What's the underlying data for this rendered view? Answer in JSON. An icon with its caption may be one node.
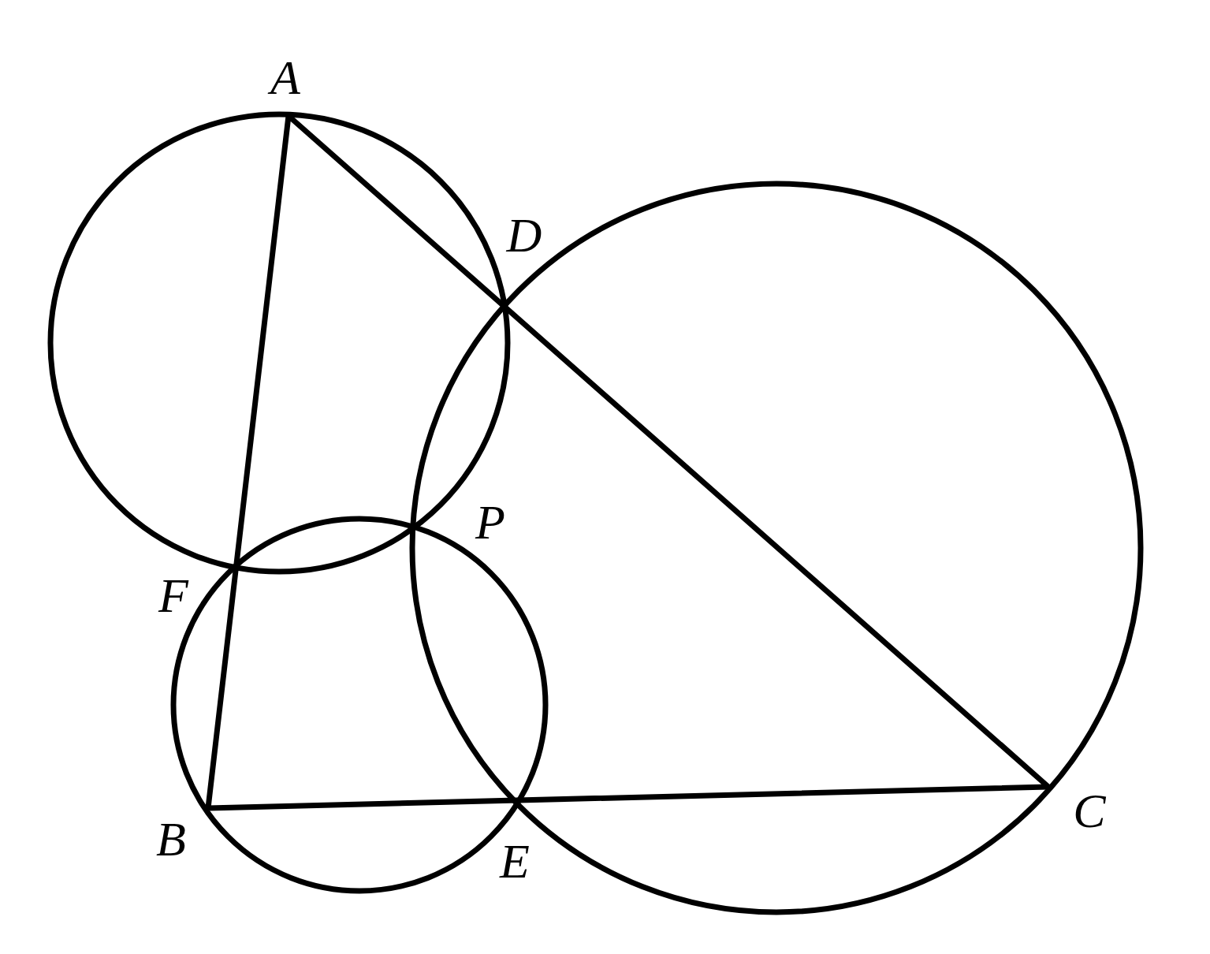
{
  "diagram": {
    "labels": [
      "A",
      "D",
      "P",
      "F",
      "B",
      "E",
      "C"
    ]
  }
}
